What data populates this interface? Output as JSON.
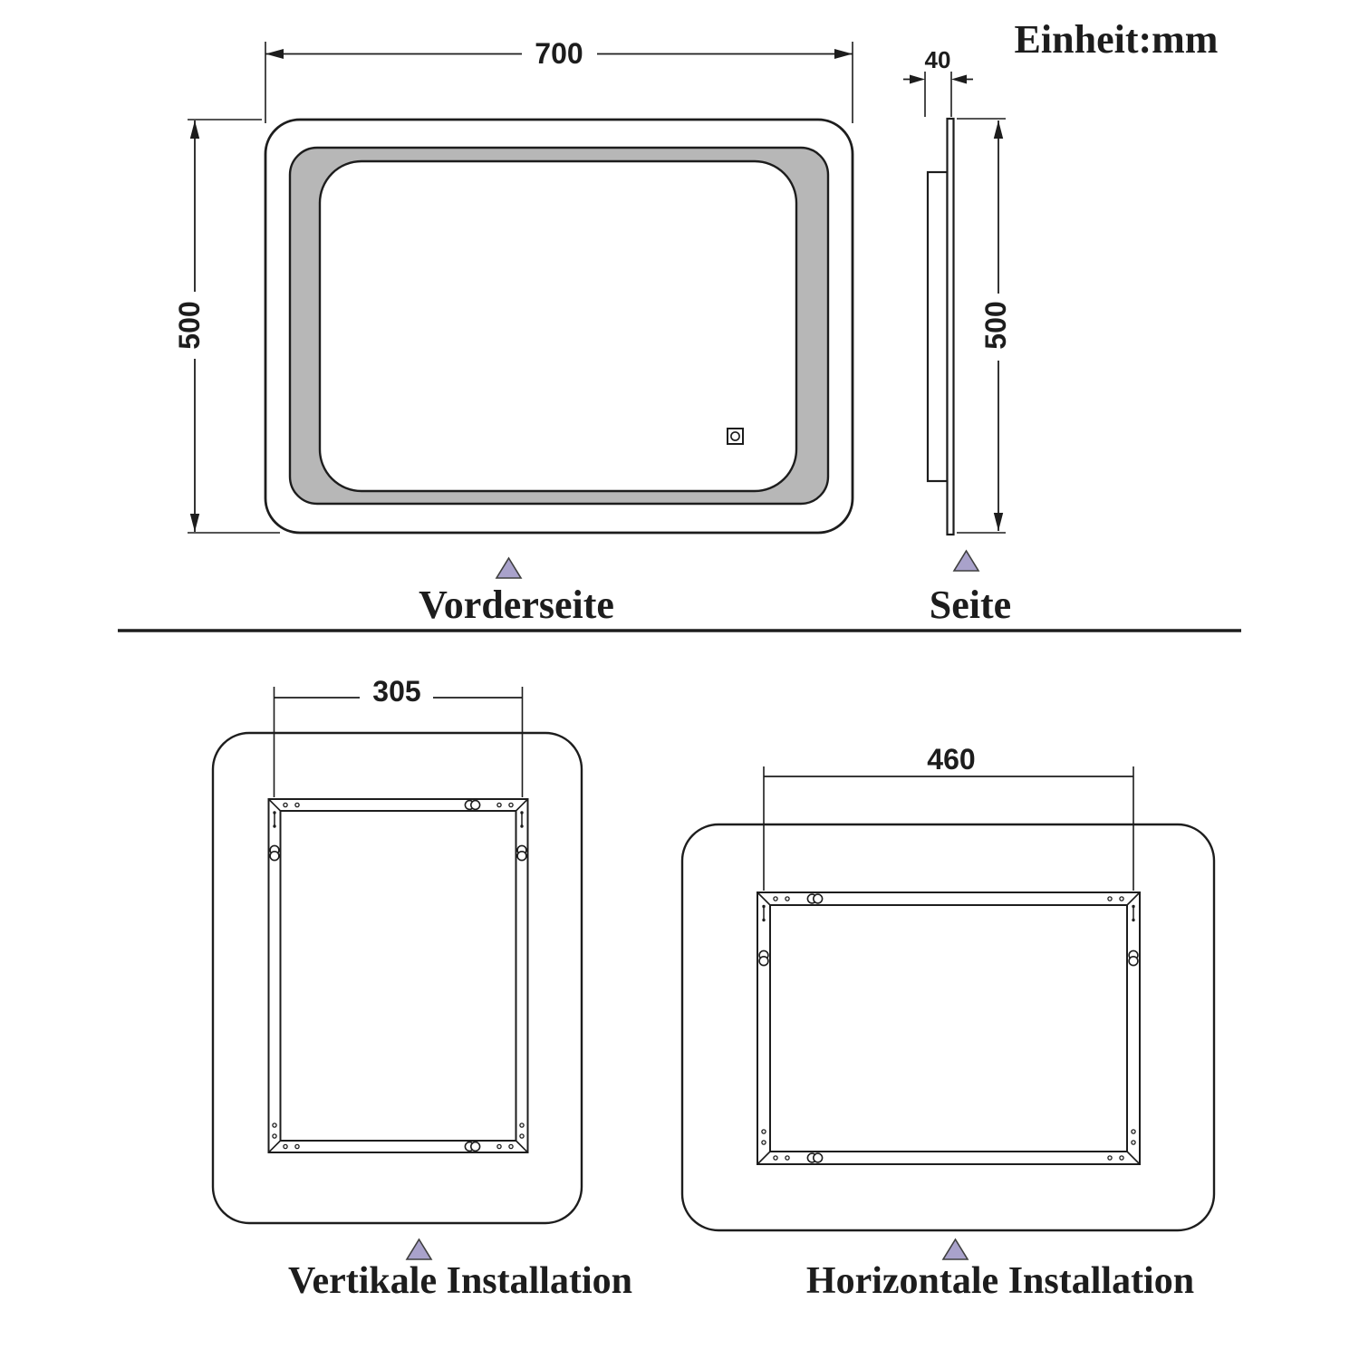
{
  "unit": {
    "label": "Einheit:mm"
  },
  "front_view": {
    "label": "Vorderseite",
    "width_mm": "700",
    "height_mm": "500"
  },
  "side_view": {
    "label": "Seite",
    "depth_mm": "40",
    "height_mm": "500"
  },
  "vertical_installation": {
    "label": "Vertikale Installation",
    "mount_spacing_mm": "305"
  },
  "horizontal_installation": {
    "label": "Horizontale Installation",
    "mount_spacing_mm": "460"
  },
  "colors": {
    "line": "#1d1d1d",
    "led_band_fill": "#b7b7b7",
    "triangle_fill": "#a9a2cb",
    "background": "#ffffff"
  }
}
